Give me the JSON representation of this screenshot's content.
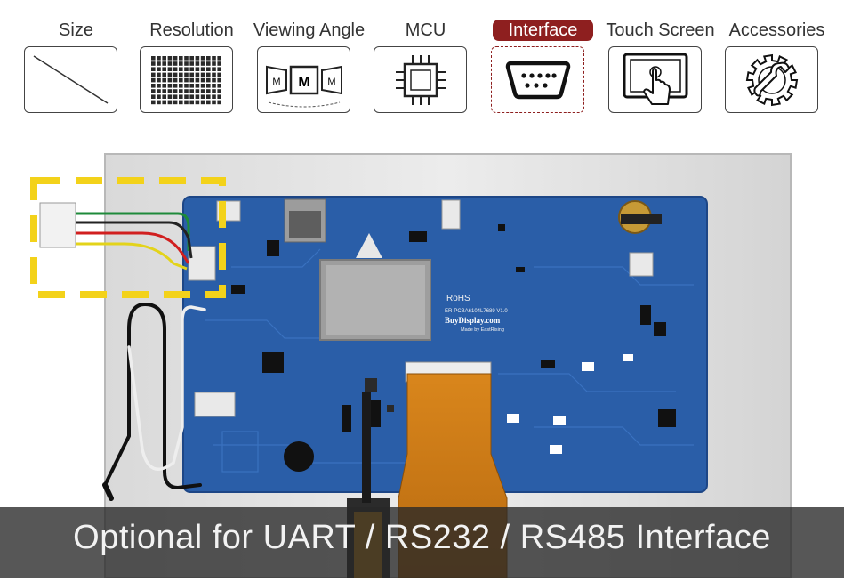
{
  "tabs": [
    {
      "label": "Size",
      "icon": "diagonal-line-icon"
    },
    {
      "label": "Resolution",
      "icon": "pixel-grid-icon"
    },
    {
      "label": "Viewing Angle",
      "icon": "viewing-angle-icon"
    },
    {
      "label": "MCU",
      "icon": "chip-icon"
    },
    {
      "label": "Interface",
      "icon": "serial-port-icon",
      "active": true
    },
    {
      "label": "Touch Screen",
      "icon": "touch-hand-icon"
    },
    {
      "label": "Accessories",
      "icon": "gear-wrench-icon"
    }
  ],
  "viewing_angle_icon_text": "M",
  "board": {
    "rohs": "RoHS",
    "model": "ER-PCBA6104L7689 V1.0",
    "brand": "BuyDisplay.com",
    "maker": "Made by EastRising"
  },
  "caption": "Optional for UART / RS232 / RS485  Interface",
  "colors": {
    "accent": "#8e1f1f",
    "highlight": "#f3d21a",
    "pcb": "#2a5ea8",
    "caption_bg": "#333333"
  }
}
